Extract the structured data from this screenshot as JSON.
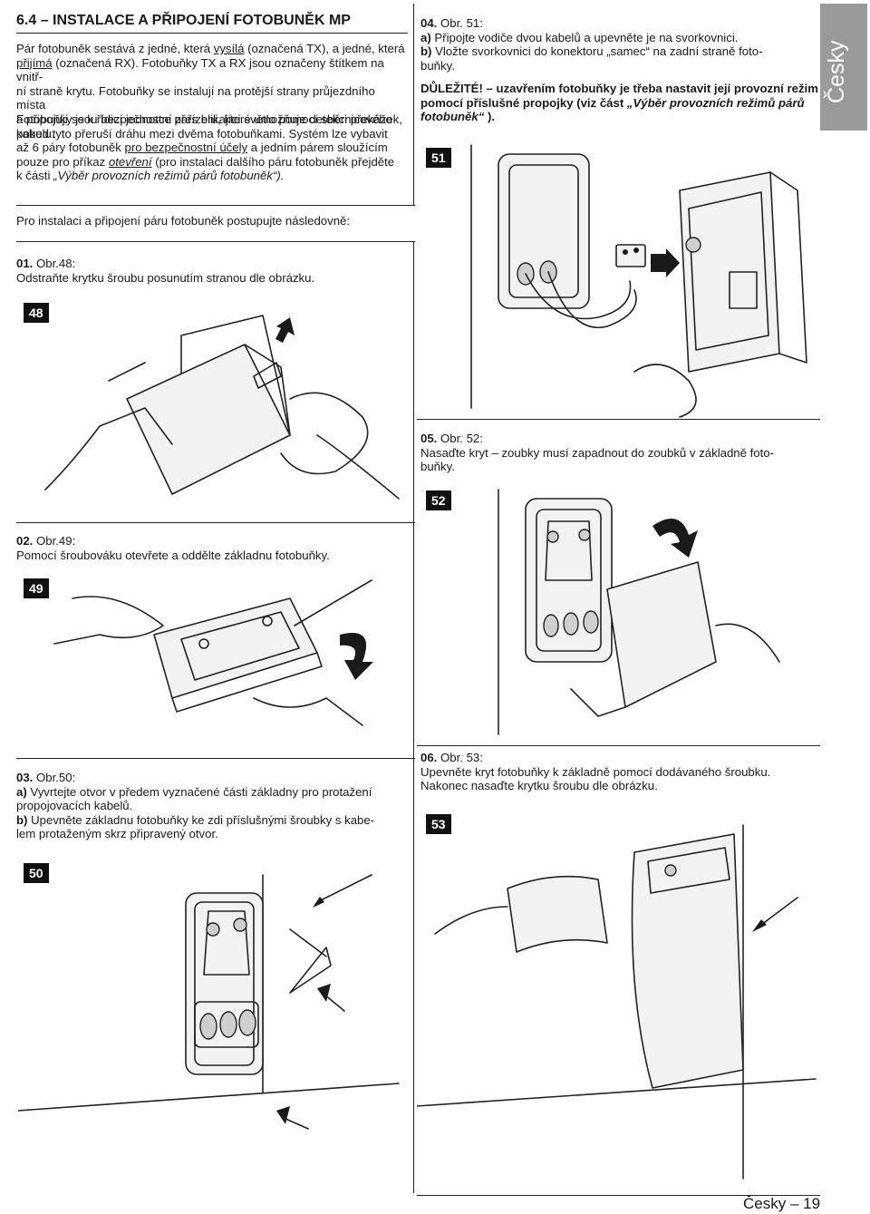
{
  "section": {
    "heading": "6.4 – INSTALACE A PŘIPOJENÍ FOTOBUNĚK MP",
    "p1_a": "Pár fotobuněk sestává z jedné, která ",
    "p1_vysila": "vysílá",
    "p1_b": " (označená TX), a jedné, která",
    "p1_prijima": "přijímá",
    "p1_c": " (označená RX). Fotobuňky TX a RX jsou označeny štítkem na vnitř-",
    "p1_d": "ní straně krytu. Fotobuňky se instalují na protější strany průjezdního místa",
    "p1_e": "a připojují se k řídicí jednotce přes blikající světlo pomocí sběrnicového",
    "p1_f": "kabelu.",
    "p2_a": "Fotobuňky jsou bezpečnostní zařízení, které umožňuje detekci překážek,",
    "p2_b": "pokud tyto přeruší dráhu mezi dvěma fotobuňkami. Systém lze vybavit",
    "p2_c": "až 6 páry fotobuněk ",
    "p2_d": "pro bezpečnostní účely",
    "p2_e": " a jedním párem sloužícím",
    "p2_f": "pouze pro příkaz ",
    "p2_g": "otevření",
    "p2_h": " (pro instalaci dalšího páru fotobuněk přejděte",
    "p2_i": "k části ",
    "p2_j": "„Výběr provozních režimů párů fotobuněk“).",
    "intro": "Pro instalaci a připojení páru fotobuněk postupujte následovně:"
  },
  "steps": [
    {
      "num": "01.",
      "fig": "Obr.48:",
      "lines": [
        "Odstraňte krytku šroubu posunutím stranou dle obrázku."
      ],
      "badge": "48"
    },
    {
      "num": "02.",
      "fig": "Obr.49:",
      "lines": [
        "Pomocí šroubováku otevřete a oddělte základnu fotobuňky."
      ],
      "badge": "49"
    },
    {
      "num": "03.",
      "fig": "Obr.50:",
      "a_label": "a)",
      "a_lines": [
        "Vyvrtejte otvor v předem vyznačené části základny pro protažení",
        "propojovacích kabelů."
      ],
      "b_label": "b)",
      "b_lines": [
        "Upevněte základnu fotobuňky ke zdi příslušnými šroubky s kabe-",
        "lem protaženým skrz připravený otvor."
      ],
      "badge": "50"
    },
    {
      "num": "04.",
      "fig": "Obr. 51:",
      "a_label": "a)",
      "a_lines": [
        "Připojte vodiče dvou kabelů a upevněte je na svorkovnici."
      ],
      "b_label": "b)",
      "b_lines": [
        "Vložte svorkovnici do konektoru „samec“ na zadní straně foto-",
        "buňky."
      ],
      "badge": "51"
    },
    {
      "num": "05.",
      "fig": "Obr. 52:",
      "lines": [
        "Nasaďte kryt – zoubky musí zapadnout do zoubků v základně foto-",
        "buňky."
      ],
      "badge": "52"
    },
    {
      "num": "06.",
      "fig": "Obr. 53:",
      "lines": [
        "Upevněte kryt fotobuňky k základně pomocí dodávaného šroubku.",
        "Nakonec nasaďte krytku šroubu dle obrázku."
      ],
      "badge": "53"
    }
  ],
  "important": {
    "label": "DŮLEŽITÉ!",
    "line1": " – uzavřením fotobuňky je třeba nastavit její provozní režim",
    "line2": "pomocí příslušné propojky (viz část ",
    "line2_italic": "„Výběr provozních režimů párů",
    "line3_italic": "fotobuněk“",
    "line3_end": " )."
  },
  "side_tab": "Česky",
  "footer": {
    "lang": "Česky",
    "dash": "–",
    "page": "19"
  }
}
